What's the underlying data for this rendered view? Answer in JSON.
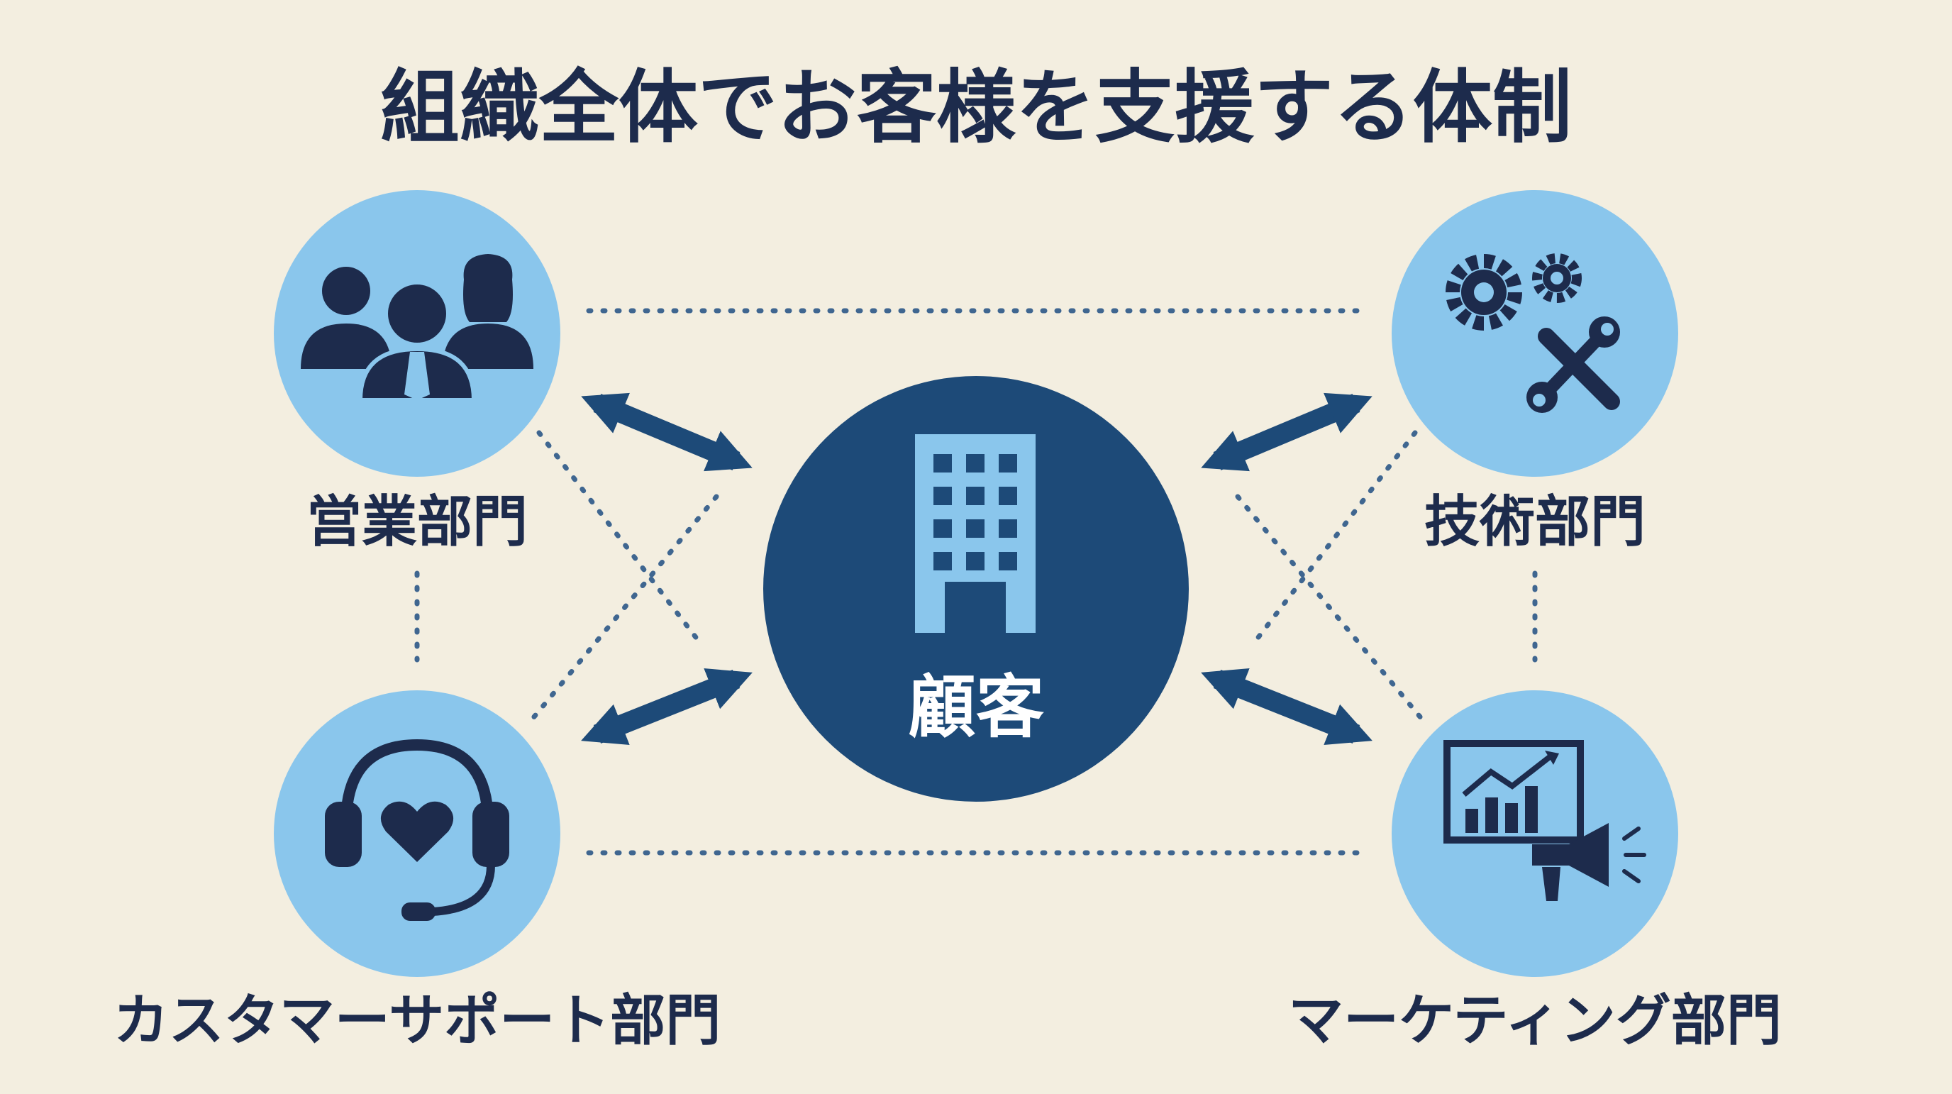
{
  "title": "組織全体でお客様を支援する体制",
  "center": {
    "label": "顧客",
    "icon": "office-building-icon"
  },
  "departments": [
    {
      "id": "sales",
      "label": "営業部門",
      "icon": "business-team-icon"
    },
    {
      "id": "tech",
      "label": "技術部門",
      "icon": "gears-wrench-icon"
    },
    {
      "id": "support",
      "label": "カスタマーサポート部門",
      "icon": "headset-heart-icon"
    },
    {
      "id": "marketing",
      "label": "マーケティング部門",
      "icon": "chart-megaphone-icon"
    }
  ],
  "colors": {
    "background": "#f3eee0",
    "navy": "#1d4a78",
    "light_blue": "#8ac6ec",
    "text": "#1d2b4c",
    "dotted": "#3f6690"
  }
}
